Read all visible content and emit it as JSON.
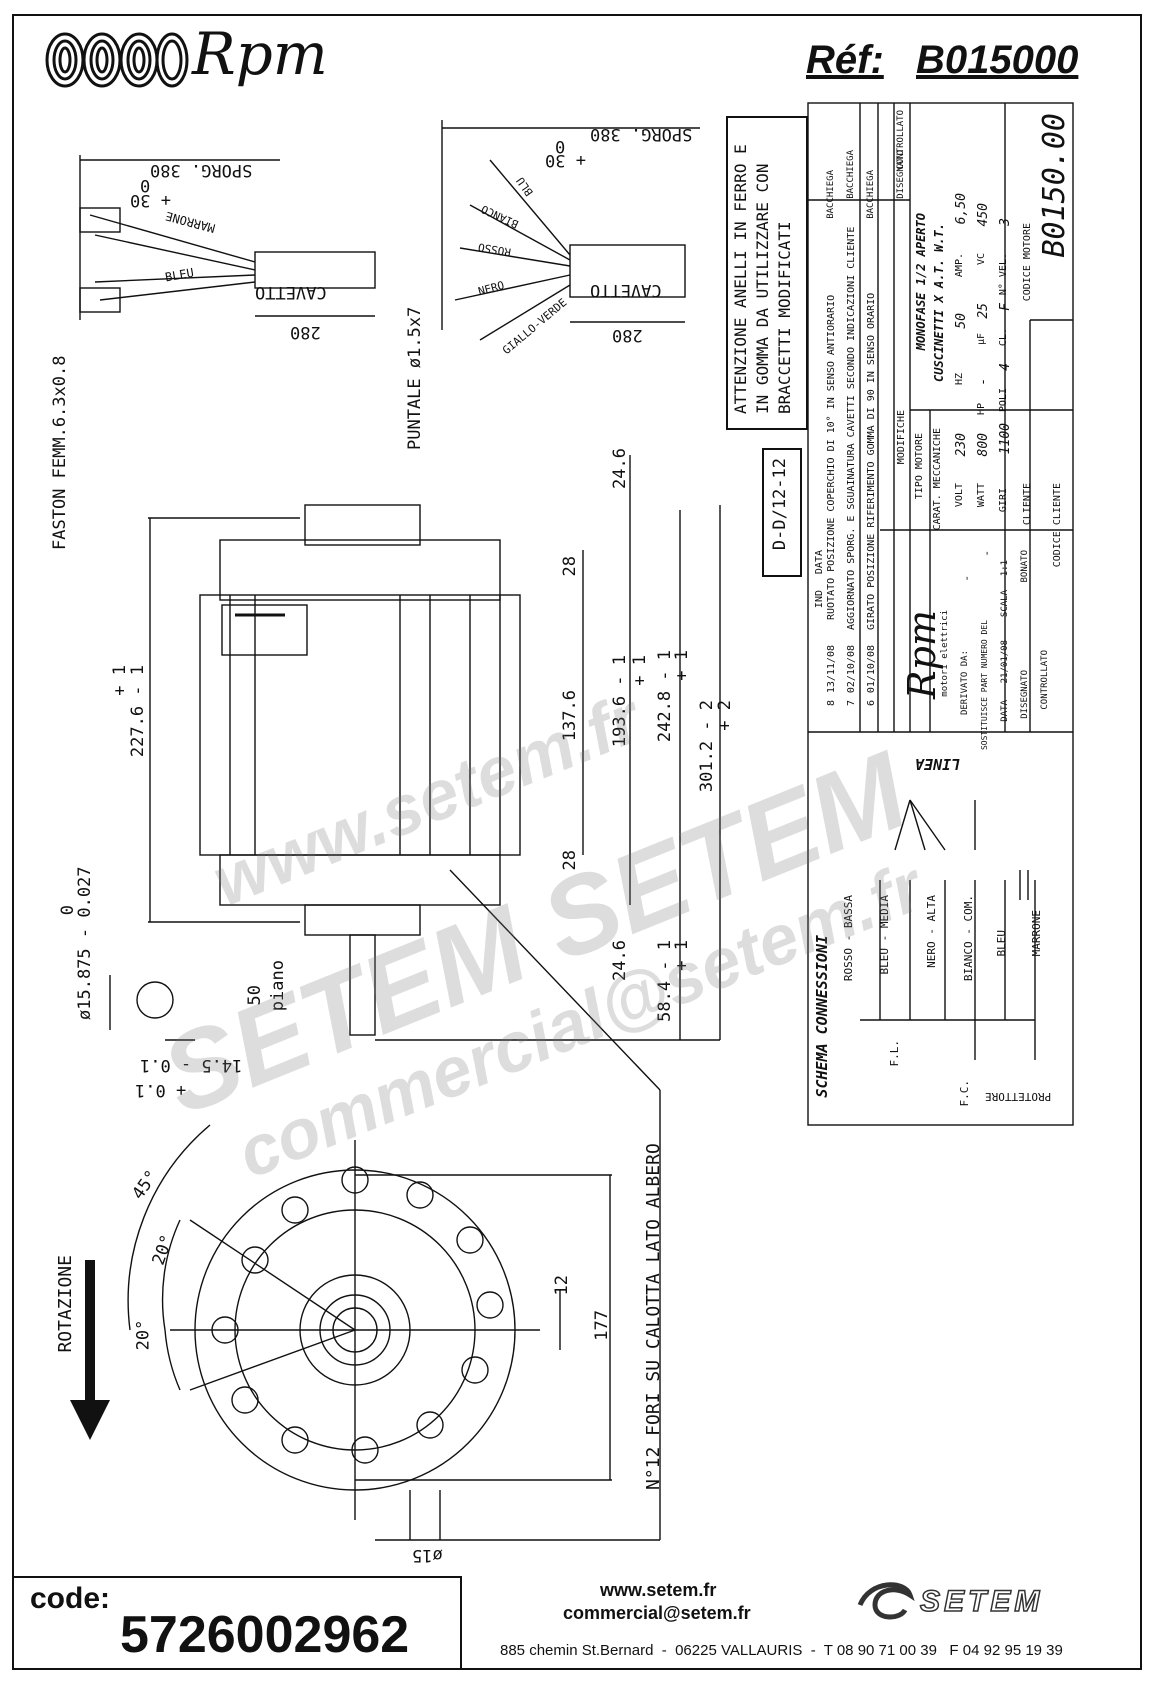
{
  "header": {
    "logo_text": "Rpm",
    "ref_label": "Réf:",
    "ref_value": "B015000"
  },
  "cable_left": {
    "sporg": "SPORG. 380",
    "tol_plus": "+ 30",
    "tol_zero": "0",
    "marrone": "MARRONE",
    "bleu": "BLEU",
    "cavetto": "CAVETTO",
    "len": "280",
    "faston": "FASTON FEMM.6.3x0.8"
  },
  "cable_right": {
    "sporg": "SPORG. 380",
    "tol_plus": "+ 30",
    "tol_zero": "0",
    "blu": "BLU",
    "bianco": "BIANCO",
    "rosso": "ROSSO",
    "nero": "NERO",
    "giallo_verde": "GIALLO-VERDE",
    "cavetto": "CAVETTO",
    "len": "280",
    "puntale": "PUNTALE ø1.5x7"
  },
  "warning": "ATTENZIONE ANELLI IN FERRO E IN GOMMA DA UTILIZZARE CON BRACCETTI MODIFICATI",
  "dd_code": "D-D/12-12",
  "dimensions": {
    "d246_top": "24.6",
    "d28_top": "28",
    "d28_bot": "28",
    "d2276": "227.6 - 1",
    "d2276_tol": "+ 1",
    "d1376": "137.6",
    "d1936": "193.6 - 1",
    "d1936_tol": "+ 1",
    "d2428": "242.8 - 1",
    "d2428_tol": "+ 1",
    "d3012": "301.2 - 2",
    "d3012_tol": "+ 2",
    "d246_bot": "24.6",
    "d584": "58.4 - 1",
    "d584_tol": "+ 1",
    "shaft_dia": "ø15.875 - 0.027",
    "shaft_dia_zero": "0",
    "plano_len": "50",
    "plano": "piano",
    "d145": "14.5 - 0.1",
    "d145_tol": "+ 0.1"
  },
  "front_view": {
    "angle45": "45°",
    "angle20a": "20°",
    "angle20b": "20°",
    "rotazione": "ROTAZIONE",
    "d12": "12",
    "d177": "177",
    "holes_note": "N°12 FORI SU CALOTTA LATO ALBERO",
    "d15": "ø15"
  },
  "title_block": {
    "rev_rows": [
      {
        "ind": "8",
        "date": "13/11/08",
        "desc": "RUOTATO POSIZIONE COPERCHIO DI 10° IN SENSO ANTIORARIO",
        "by": "BACCHIEGA"
      },
      {
        "ind": "7",
        "date": "02/10/08",
        "desc": "AGGIORNATO SPORG. E SGUAINATURA CAVETTI SECONDO INDICAZIONI CLIENTE",
        "by": "BACCHIEGA"
      },
      {
        "ind": "6",
        "date": "01/10/08",
        "desc": "GIRATO POSIZIONE RIFERIMENTO GOMMA DI 90 IN SENSO ORARIO",
        "by": "BACCHIEGA"
      }
    ],
    "col_ind": "IND",
    "col_data": "DATA",
    "col_modifiche": "MODIFICHE",
    "col_disegnato": "DISEGNATO",
    "col_controllato": "CONTROLLATO",
    "tipo_motore_label": "TIPO MOTORE",
    "tipo_motore": "MONOFASE 1/2 APERTO",
    "carat_label": "CARAT. MECCANICHE",
    "carat": "CUSCINETTI X A.T. W.T.",
    "volt_label": "VOLT",
    "volt": "230",
    "hz_label": "HZ",
    "hz": "50",
    "amp_label": "AMP.",
    "amp": "6,50",
    "watt_label": "WATT",
    "watt": "800",
    "hp_label": "HP",
    "hp": "-",
    "uf_label": "µF",
    "uf": "25",
    "vc_label": "VC",
    "vc": "450",
    "giri_label": "GIRI",
    "giri": "1100",
    "poli_label": "POLI",
    "poli": "4",
    "cl_label": "CL.",
    "cl": "F",
    "vel_label": "N° VEL.",
    "vel": "3",
    "codice_motore_label": "CODICE MOTORE",
    "codice_motore": "B0150.00",
    "cliente_label": "CLIENTE",
    "codice_cliente_label": "CODICE CLIENTE",
    "derivato_label": "DERIVATO DA:",
    "derivato": "-",
    "sostituisce_label": "SOSTITUISCE PART NUMERO DEL",
    "sostituisce": "-",
    "data_label": "DATA",
    "data": "21/01/08",
    "scala_label": "SCALA",
    "scala": "1:1",
    "disegnato_label": "DISEGNATO",
    "disegnato": "BONATO",
    "controllato_label": "CONTROLLATO",
    "rpm_small": "Rpm",
    "motori": "motori elettrici"
  },
  "schema": {
    "title": "SCHEMA CONNESSIONI",
    "linea": "LINEA",
    "wires": [
      "ROSSO - BASSA",
      "BLEU - MEDIA",
      "NERO - ALTA",
      "BIANCO - COM.",
      "BLEU",
      "MARRONE"
    ],
    "fl": "F.L.",
    "fc": "F.C.",
    "protettore": "PROTETTORE"
  },
  "watermark": {
    "line1": "www.setem.fr",
    "line2": "SETEM SETEM",
    "line3": "commercial@setem.fr"
  },
  "footer": {
    "code_label": "code:",
    "code": "5726002962",
    "web": "www.setem.fr",
    "email": "commercial@setem.fr",
    "address": "885 chemin St.Bernard  -  06225 VALLAURIS  -  T 08 90 71 00 39   F 04 92 95 19 39",
    "brand": "SETEM"
  }
}
